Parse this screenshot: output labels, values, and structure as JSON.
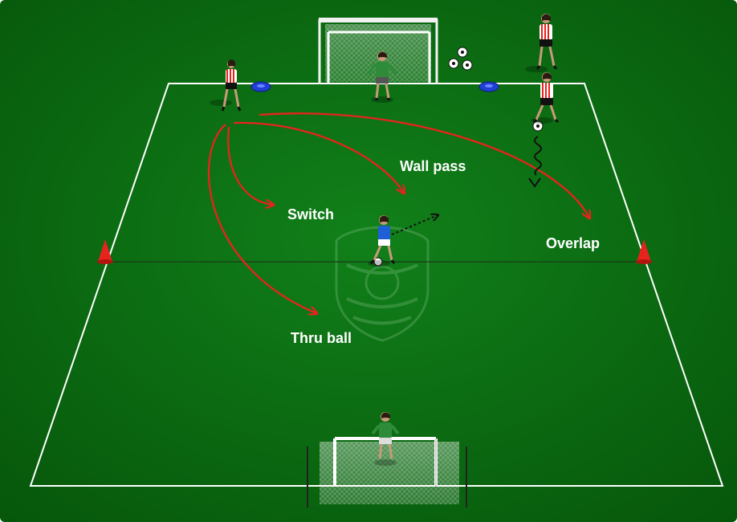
{
  "labels": {
    "wall_pass": "Wall pass",
    "switch": "Switch",
    "overlap": "Overlap",
    "thru_ball": "Thru ball"
  },
  "colors": {
    "pitch_top": "#0f6e0f",
    "pitch_bottom": "#0a5a0a",
    "pass_arrow": "#e8231d",
    "attacker_kit": "#e8231d",
    "goalkeeper_kit": "#2e8b3a",
    "defender_kit": "#1e5fd8",
    "marker_disc": "#1f3fd6",
    "cone": "#e8231d",
    "line": "#ffffff"
  },
  "icons": [
    "player-icon",
    "goalkeeper-icon",
    "defender-icon",
    "cone-icon",
    "disc-marker-icon",
    "ball-icon",
    "goal-icon",
    "watermark-logo"
  ]
}
